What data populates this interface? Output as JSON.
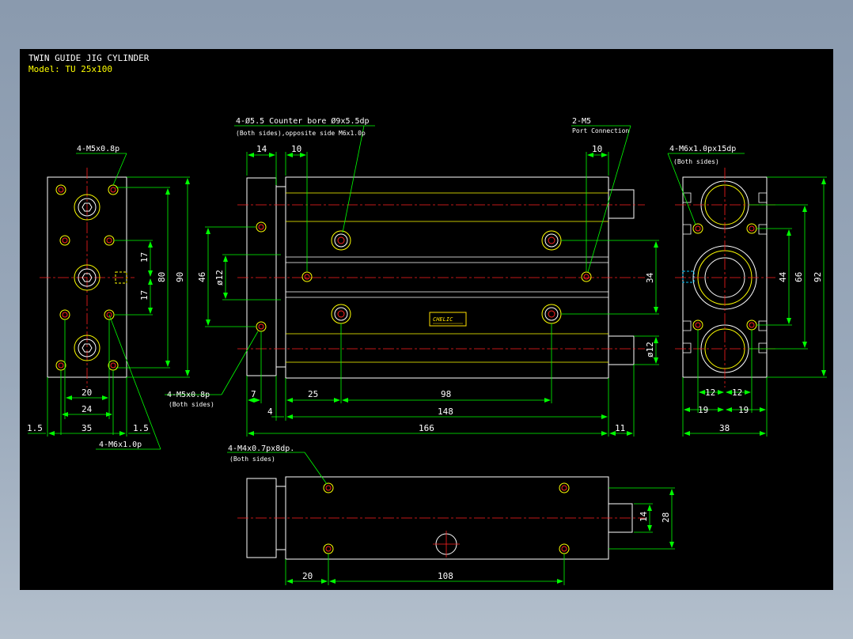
{
  "title": {
    "line1": "TWIN GUIDE JIG CYLINDER",
    "line2": "Model:  TU 25x100"
  },
  "colors": {
    "background": "#000000",
    "outline": "#ffffff",
    "hidden": "#ffff00",
    "dimension": "#00ff00",
    "centerline": "#ff2020",
    "title_top": "#ffffff",
    "title_model": "#ffff00",
    "label_yellow": "#ffe000"
  },
  "callouts": {
    "left_top": "4-M5x0.8p",
    "left_bottom": "4-M6x1.0p",
    "top_holes": "4-Ø5.5 Counter bore  Ø9x5.5dp",
    "top_holes_sub": "(Both sides),opposite side  M6x1.0p",
    "ports": "2-M5",
    "ports_sub": "Port Connection",
    "front_mount": "4-M5x0.8p",
    "front_mount_sub": "(Both sides)",
    "right_holes": "4-M6x1.0px15dp",
    "right_holes_sub": "(Both sides)",
    "bottom_holes": "4-M4x0.7px8dp.",
    "bottom_holes_sub": "(Both sides)"
  },
  "label_plate": "CHELIC",
  "dims": {
    "left": {
      "d17a": "17",
      "d17b": "17",
      "d80": "80",
      "d90": "90",
      "d20": "20",
      "d24": "24",
      "d35": "35",
      "d1_5a": "1.5",
      "d1_5b": "1.5"
    },
    "front": {
      "d14": "14",
      "d10a": "10",
      "d10b": "10",
      "d46": "46",
      "dphi12a": "ø12",
      "d34": "34",
      "dphi12b": "ø12",
      "d7": "7",
      "d25": "25",
      "d98": "98",
      "d4": "4",
      "d148": "148",
      "d166": "166",
      "d11": "11"
    },
    "right": {
      "d44": "44",
      "d66": "66",
      "d92": "92",
      "d12a": "12",
      "d12b": "12",
      "d19a": "19",
      "d19b": "19",
      "d38": "38"
    },
    "bottom": {
      "d14": "14",
      "d28": "28",
      "d20": "20",
      "d108": "108"
    }
  }
}
